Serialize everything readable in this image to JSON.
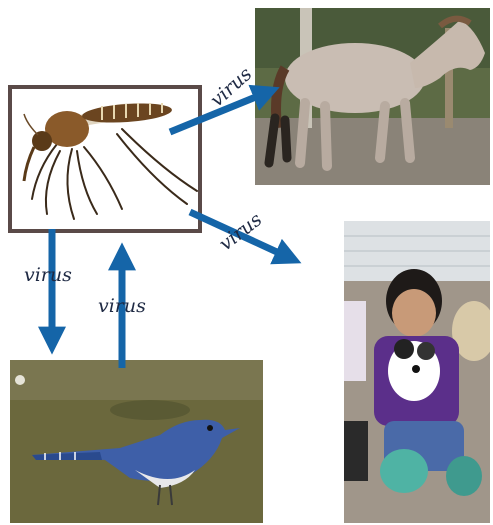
{
  "diagram": {
    "arrow_color": "#1565a8",
    "frame_color": "#5a4a48",
    "labels": {
      "to_horse": "virus",
      "to_child": "virus",
      "to_bird": "virus",
      "from_bird": "virus"
    },
    "nodes": {
      "mosquito": "mosquito-photo",
      "horse": "horse-photo",
      "child": "child-with-puppy-photo",
      "bird": "blue-jay-photo"
    }
  }
}
